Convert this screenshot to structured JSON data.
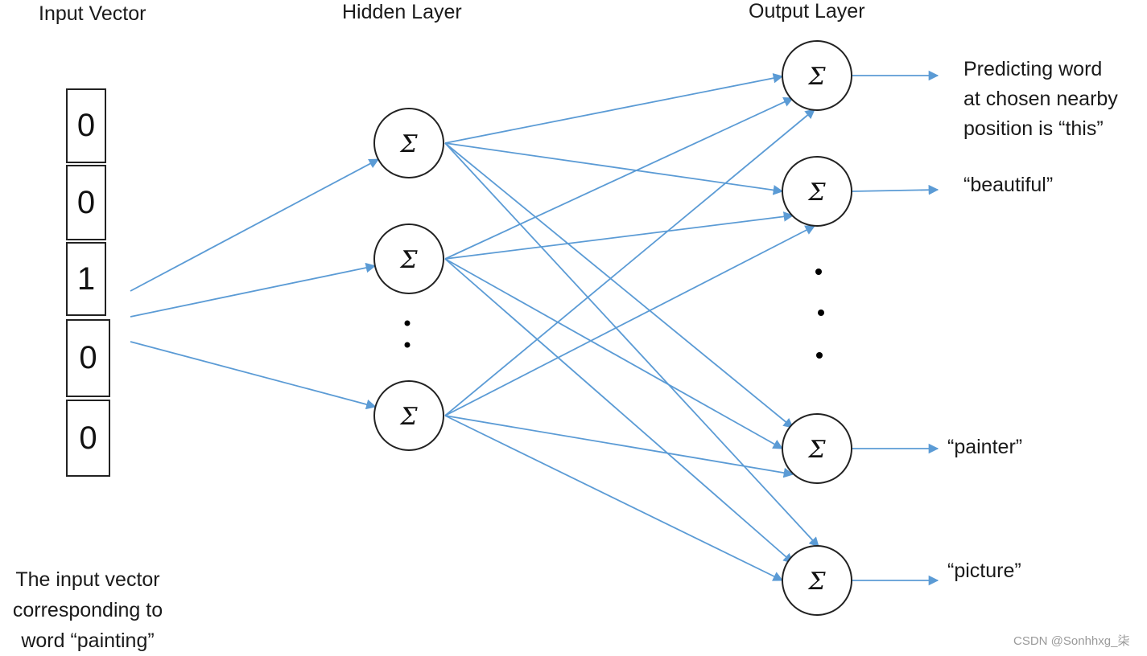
{
  "headers": {
    "input": "Input Vector",
    "hidden": "Hidden Layer",
    "output": "Output Layer"
  },
  "input_vector": {
    "values": [
      "0",
      "0",
      "1",
      "0",
      "0"
    ],
    "active_index": 2,
    "caption_lines": [
      "The input vector",
      "corresponding to",
      "word “painting”"
    ]
  },
  "hidden_layer": {
    "node_symbol": "Σ",
    "visible_nodes": 3,
    "ellipsis": "vertical-dots"
  },
  "output_layer": {
    "node_symbol": "Σ",
    "visible_nodes": 4,
    "ellipsis": "vertical-dots",
    "labels": [
      [
        "Predicting word",
        "at chosen  nearby",
        "position  is “this”"
      ],
      [
        "“beautiful”"
      ],
      [
        "“painter”"
      ],
      [
        "“picture”"
      ]
    ]
  },
  "colors": {
    "edge": "#5b9bd5",
    "node_stroke": "#222222",
    "text": "#1a1a1a"
  },
  "watermark": "CSDN @Sonhhxg_柒"
}
